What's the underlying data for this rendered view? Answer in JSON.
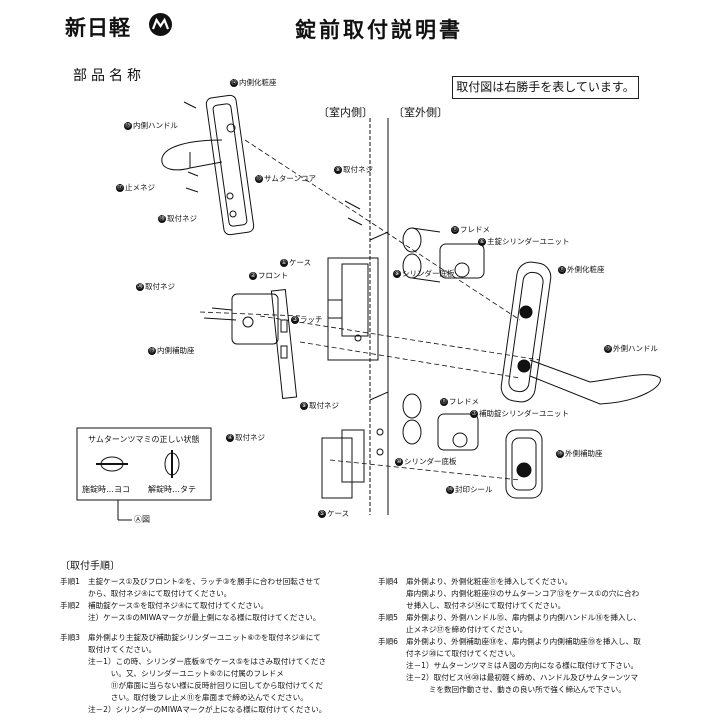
{
  "header": {
    "brand": "新日軽",
    "title": "錠前取付説明書"
  },
  "parts": {
    "heading": "部品名称",
    "note": "取付図は右勝手を表しています。",
    "sides": {
      "indoor": "〔室内側〕",
      "outdoor": "〔室外側〕"
    },
    "labels": [
      {
        "n": "⑫",
        "t": "内側化粧座"
      },
      {
        "n": "⑮",
        "t": "内側ハンドル"
      },
      {
        "n": "⑰",
        "t": "止メネジ"
      },
      {
        "n": "⑱",
        "t": "取付ネジ"
      },
      {
        "n": "⑬",
        "t": "サムターンコア"
      },
      {
        "n": "⑧",
        "t": "取付ネジ"
      },
      {
        "n": "①",
        "t": "ケース"
      },
      {
        "n": "②",
        "t": "フロント"
      },
      {
        "n": "③",
        "t": "ラッチ"
      },
      {
        "n": "⑨",
        "t": "取付ネジ"
      },
      {
        "n": "④",
        "t": "取付ネジ"
      },
      {
        "n": "⑳",
        "t": "取付ネジ"
      },
      {
        "n": "⑲",
        "t": "内側補助座"
      },
      {
        "n": "⑤",
        "t": "ケース"
      },
      {
        "n": "⑪",
        "t": "フレドメ"
      },
      {
        "n": "⑥",
        "t": "主錠シリンダーユニット"
      },
      {
        "n": "⑨",
        "t": "シリンダー底板"
      },
      {
        "n": "⑪",
        "t": "外側化粧座"
      },
      {
        "n": "⑮",
        "t": "外側ハンドル"
      },
      {
        "n": "⑪",
        "t": "フレドメ"
      },
      {
        "n": "⑦",
        "t": "補助錠シリンダーユニット"
      },
      {
        "n": "⑩",
        "t": "シリンダー底板"
      },
      {
        "n": "⑭",
        "t": "封印シール"
      },
      {
        "n": "⑯",
        "t": "外側補助座"
      }
    ]
  },
  "inset": {
    "title": "サムターンツマミの正しい状態",
    "locked": "施錠時…ヨコ",
    "unlocked": "解錠時…タテ",
    "caption": "Ⓐ図"
  },
  "procedure": {
    "heading": "〔取付手順〕",
    "left": [
      {
        "step": "手順1",
        "text": "主錠ケース①及びフロント②を、ラッチ③を勝手に合わせ回転させて"
      },
      {
        "step": "",
        "text": "から、取付ネジ④にて取付けてください。"
      },
      {
        "step": "手順2",
        "text": "補助錠ケース⑤を取付ネジ④にて取付けてください。"
      },
      {
        "step": "",
        "text": "注）ケース⑤のMIWAマークが最上側になる様に取付けてください。"
      },
      {
        "step": "手順3",
        "text": "扉外側より主錠及び補助錠シリンダーユニット⑥⑦を取付ネジ⑧にて"
      },
      {
        "step": "",
        "text": "取付けてください。"
      },
      {
        "step": "",
        "text": "注－1）この時、シリンダー底板⑨でケース⑤をはさみ取付けてくださ"
      },
      {
        "step": "",
        "text": "　　　い。又、シリンダーユニット⑥⑦に付属のフレドメ"
      },
      {
        "step": "",
        "text": "　　　⑪が扉面に当らない様に反時計回りに回してから取付けてくだ"
      },
      {
        "step": "",
        "text": "　　　さい。取付後フレ止メ⑪を扉面まで締め込んでください。"
      },
      {
        "step": "",
        "text": "注－2）シリンダーのMIWAマークが上になる様に取付けてください。"
      }
    ],
    "right": [
      {
        "step": "手順4",
        "text": "扉外側より、外側化粧座⑪を挿入してください。"
      },
      {
        "step": "",
        "text": "扉内側より、内側化粧座⑫のサムターンコア⑬をケース①の穴に合わ"
      },
      {
        "step": "",
        "text": "せ挿入し、取付ネジ⑭にて取付けてください。"
      },
      {
        "step": "手順5",
        "text": "扉外側より、外側ハンドル⑮、扉内側より内側ハンドル⑯を挿入し、"
      },
      {
        "step": "",
        "text": "止メネジ⑰を締め付けてください。"
      },
      {
        "step": "手順6",
        "text": "扉外側より、外側補助座⑱を、扉内側より内側補助座⑲を挿入し、取"
      },
      {
        "step": "",
        "text": "付ネジ⑳にて取付けてください。"
      },
      {
        "step": "",
        "text": "注－1）サムターンツマミはＡ図の方向になる様に取付けて下さい。"
      },
      {
        "step": "",
        "text": "注－2）取付ビス⑭⑳は最初軽く締め、ハンドル及びサムターンツマ"
      },
      {
        "step": "",
        "text": "　　　ミを数回作動させ、動きの良い所で強く締込んで下さい。"
      }
    ]
  }
}
